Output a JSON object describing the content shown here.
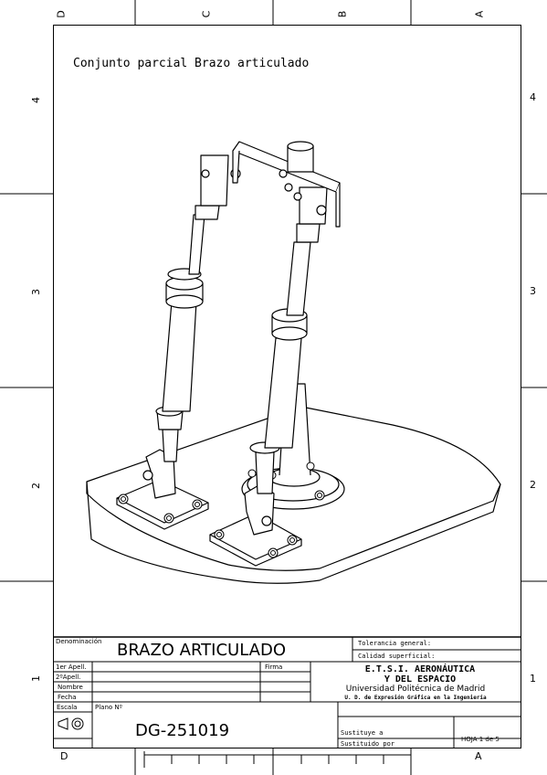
{
  "drawing_title": "Conjunto parcial Brazo articulado",
  "zones": {
    "top": [
      "D",
      "C",
      "B",
      "A"
    ],
    "bottom": [
      "D",
      "A"
    ],
    "left": [
      "4",
      "3",
      "2",
      "1"
    ],
    "right": [
      "4",
      "3",
      "2",
      "1"
    ]
  },
  "title_block": {
    "denominacion_label": "Denominación",
    "denominacion_value": "BRAZO ARTICULADO",
    "tolerancia_label": "Tolerancia general:",
    "calidad_label": "Calidad superficial:",
    "apell1_label": "1er Apell.",
    "apell2_label": "2ºApell.",
    "nombre_label": "Nombre",
    "fecha_label": "Fecha",
    "firma_label": "Firma",
    "escala_label": "Escala",
    "plano_label": "Plano Nº",
    "plano_value": "DG-251019",
    "school_line1": "E.T.S.I. AERONÁUTICA",
    "school_line2": "Y DEL ESPACIO",
    "university": "Universidad Politécnica de Madrid",
    "department": "U. D. de Expresión Gráfica en la Ingeniería",
    "sustituye": "Sustituye a",
    "sustituido": "Sustituido por",
    "hoja": "HOJA 1 de 5"
  }
}
